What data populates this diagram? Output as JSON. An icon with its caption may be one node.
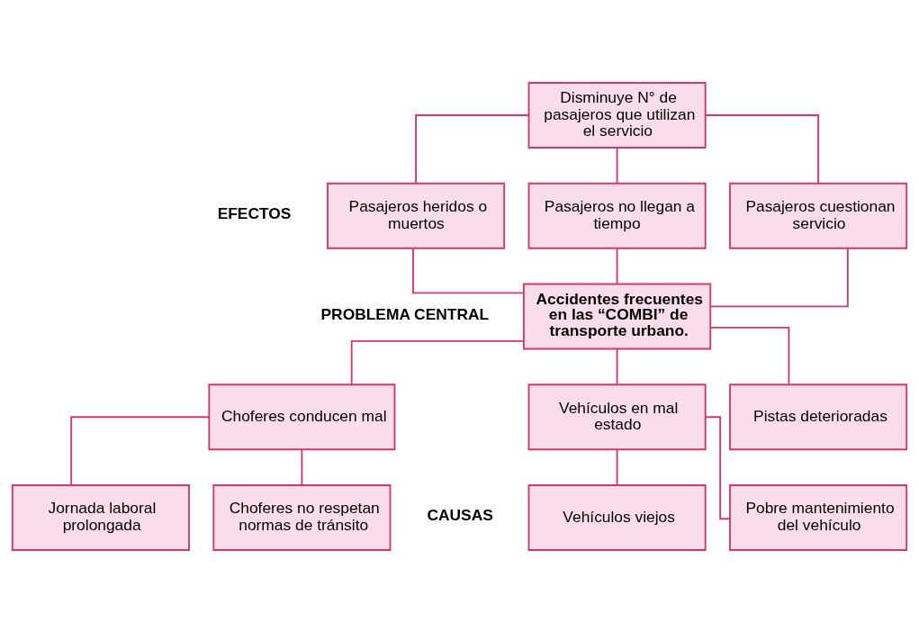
{
  "diagram": {
    "nodes": [
      {
        "text": [
          "Disminuye N° de pasajeros que utilizan el servicio"
        ]
      },
      {
        "text": [
          "Pasajeros heridos o muertos"
        ]
      },
      {
        "text": [
          "Pasajeros no llegan a tiempo"
        ]
      },
      {
        "text": [
          "Pasajeros cuestionan servicio"
        ]
      },
      {
        "text": [
          "Accidentes frecuentes en las “COMBI” de transporte urbano."
        ]
      },
      {
        "text": [
          "Choferes conducen mal"
        ]
      },
      {
        "text": [
          "Vehículos en mal estado"
        ]
      },
      {
        "text": [
          "Pistas deterioradas"
        ]
      },
      {
        "text": [
          "Jornada laboral prolongada"
        ]
      },
      {
        "text": [
          "Choferes no respetan normas de tránsito"
        ]
      },
      {
        "text": [
          "Vehículos viejos"
        ]
      },
      {
        "text": [
          "Pobre mantenimiento del vehículo"
        ]
      }
    ],
    "edges": [
      {
        "from": 0,
        "to": 1,
        "arrow": "none"
      },
      {
        "from": 0,
        "to": 2,
        "arrow": "none"
      },
      {
        "from": 0,
        "to": 3,
        "arrow": "none"
      },
      {
        "from": 1,
        "to": 4,
        "arrow": "none"
      },
      {
        "from": 2,
        "to": 4,
        "arrow": "none"
      },
      {
        "from": 3,
        "to": 4,
        "arrow": "none"
      },
      {
        "from": 4,
        "to": 5,
        "arrow": "none"
      },
      {
        "from": 4,
        "to": 6,
        "arrow": "none"
      },
      {
        "from": 4,
        "to": 7,
        "arrow": "none"
      },
      {
        "from": 5,
        "to": 8,
        "arrow": "none"
      },
      {
        "from": 5,
        "to": 9,
        "arrow": "none"
      },
      {
        "from": 6,
        "to": 10,
        "arrow": "none"
      },
      {
        "from": 6,
        "to": 11,
        "arrow": "none"
      }
    ],
    "labels": [
      "EFECTOS",
      "PROBLEMA CENTRAL",
      "CAUSAS"
    ]
  }
}
